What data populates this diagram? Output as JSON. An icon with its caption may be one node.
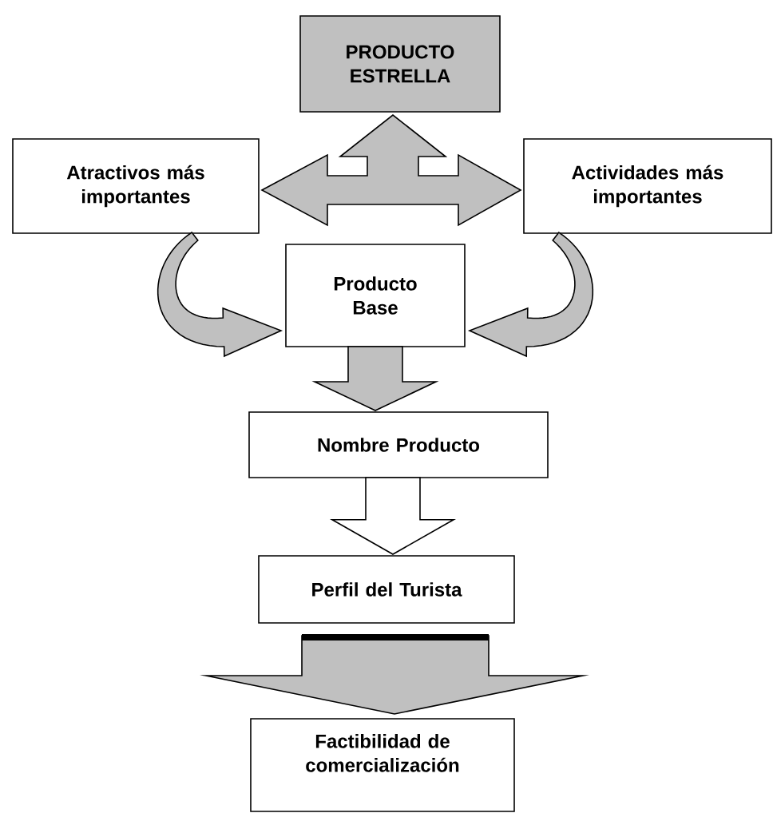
{
  "diagram": {
    "nodes": [
      {
        "text": [
          "PRODUCTO ESTRELLA"
        ]
      },
      {
        "text": [
          "Atractivos más importantes"
        ]
      },
      {
        "text": [
          "Actividades más importantes"
        ]
      },
      {
        "text": [
          "Producto Base"
        ]
      },
      {
        "text": [
          "Nombre Producto"
        ]
      },
      {
        "text": [
          "Perfil del Turista"
        ]
      },
      {
        "text": [
          "Factibilidad de comercialización"
        ]
      }
    ],
    "edges": [
      {
        "from": 1,
        "to": 2,
        "arrow": "both"
      },
      {
        "from": null,
        "to": 0,
        "arrow": "to"
      },
      {
        "from": 1,
        "to": 3,
        "arrow": "to"
      },
      {
        "from": 2,
        "to": 3,
        "arrow": "to"
      },
      {
        "from": 3,
        "to": 4,
        "arrow": "to"
      },
      {
        "from": 4,
        "to": 5,
        "arrow": "to",
        "color": "#ffffff"
      },
      {
        "from": 5,
        "to": 6,
        "arrow": "to"
      }
    ]
  }
}
